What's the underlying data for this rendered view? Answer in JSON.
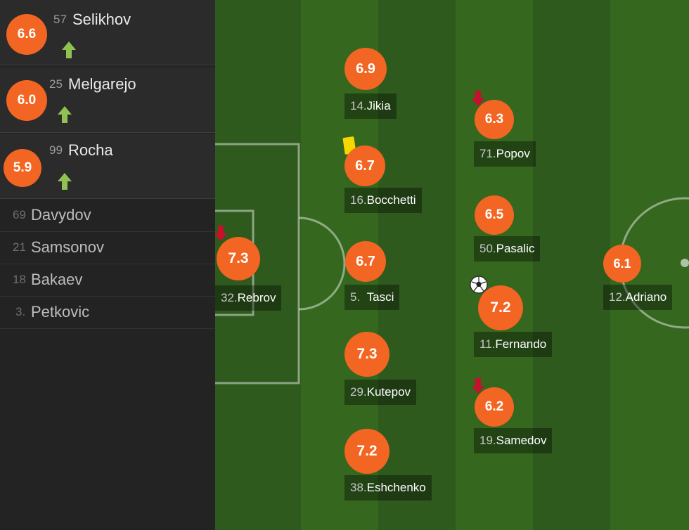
{
  "colors": {
    "rating": "#f26522",
    "sub_on_arrow": "#8fc153",
    "sub_off_arrow": "#c8102e",
    "yellow_card": "#f5d800"
  },
  "subs_on": [
    {
      "rating": "6.6",
      "number": "57",
      "name": "Selikhov",
      "icon": "arrow-up-icon"
    },
    {
      "rating": "6.0",
      "number": "25",
      "name": "Melgarejo",
      "icon": "arrow-up-icon"
    },
    {
      "rating": "5.9",
      "number": "99",
      "name": "Rocha",
      "icon": "arrow-up-icon"
    }
  ],
  "subs_unused": [
    {
      "number": "69",
      "name": "Davydov"
    },
    {
      "number": "21",
      "name": "Samsonov"
    },
    {
      "number": "18",
      "name": "Bakaev"
    },
    {
      "number": "3.",
      "name": "Petkovic"
    }
  ],
  "players": [
    {
      "rating": "7.3",
      "number": "32.",
      "name": "Rebrov",
      "event": "subbed-off"
    },
    {
      "rating": "6.9",
      "number": "14.",
      "name": "Jikia",
      "event": ""
    },
    {
      "rating": "6.7",
      "number": "16.",
      "name": "Bocchetti",
      "event": "yellow-card"
    },
    {
      "rating": "6.7",
      "number": "5.",
      "name": "Tasci",
      "event": ""
    },
    {
      "rating": "7.3",
      "number": "29.",
      "name": "Kutepov",
      "event": ""
    },
    {
      "rating": "7.2",
      "number": "38.",
      "name": "Eshchenko",
      "event": ""
    },
    {
      "rating": "6.3",
      "number": "71.",
      "name": "Popov",
      "event": "subbed-off"
    },
    {
      "rating": "6.5",
      "number": "50.",
      "name": "Pasalic",
      "event": ""
    },
    {
      "rating": "7.2",
      "number": "11.",
      "name": "Fernando",
      "event": "goal"
    },
    {
      "rating": "6.2",
      "number": "19.",
      "name": "Samedov",
      "event": "subbed-off"
    },
    {
      "rating": "6.1",
      "number": "12.",
      "name": "Adriano",
      "event": ""
    }
  ]
}
